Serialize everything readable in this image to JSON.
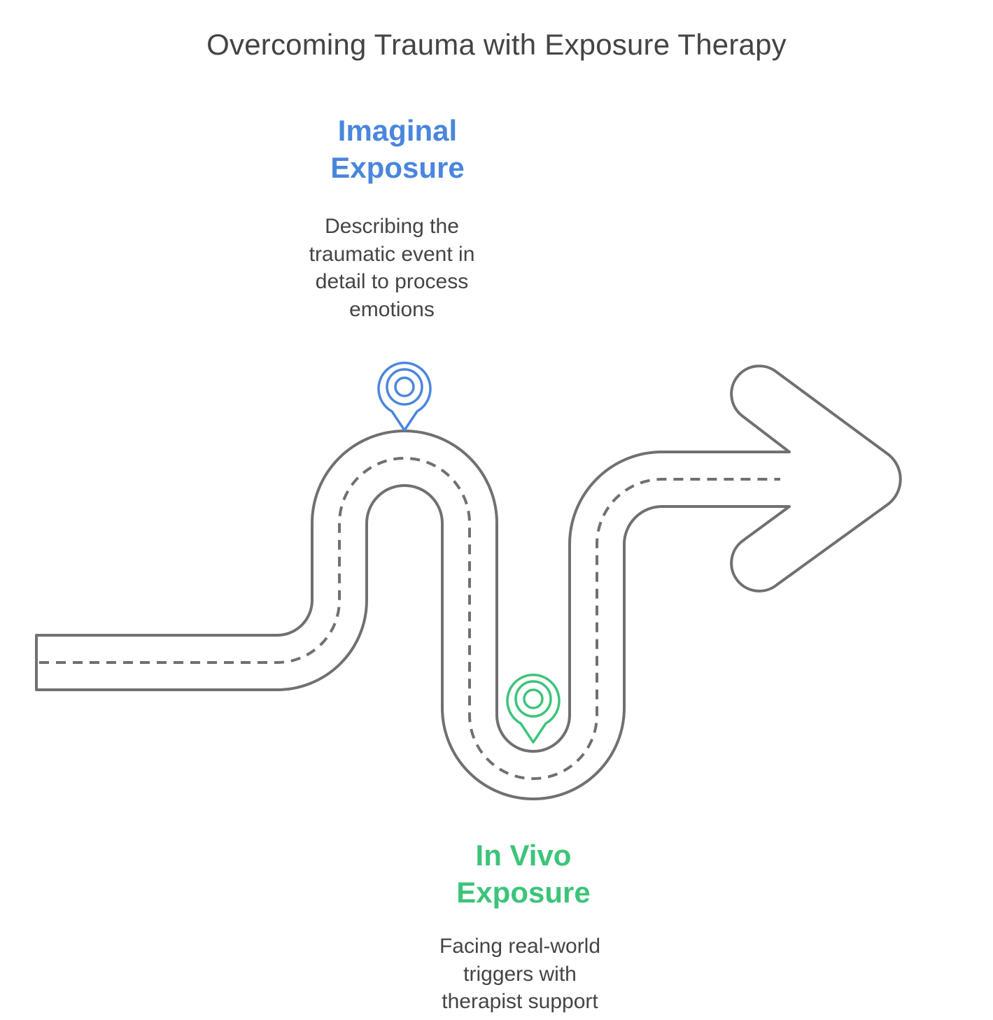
{
  "title": "Overcoming Trauma with Exposure Therapy",
  "steps": [
    {
      "heading_lines": [
        "Imaginal",
        "Exposure"
      ],
      "description_lines": [
        "Describing the",
        "traumatic event in",
        "detail to process",
        "emotions"
      ],
      "color": "#4a86dd",
      "icon": "location-pin-icon"
    },
    {
      "heading_lines": [
        "In Vivo",
        "Exposure"
      ],
      "description_lines": [
        "Facing real-world",
        "triggers with",
        "therapist support"
      ],
      "color": "#3cc47a",
      "icon": "location-pin-icon"
    }
  ],
  "colors": {
    "road_outline": "#707070",
    "text": "#444444"
  }
}
